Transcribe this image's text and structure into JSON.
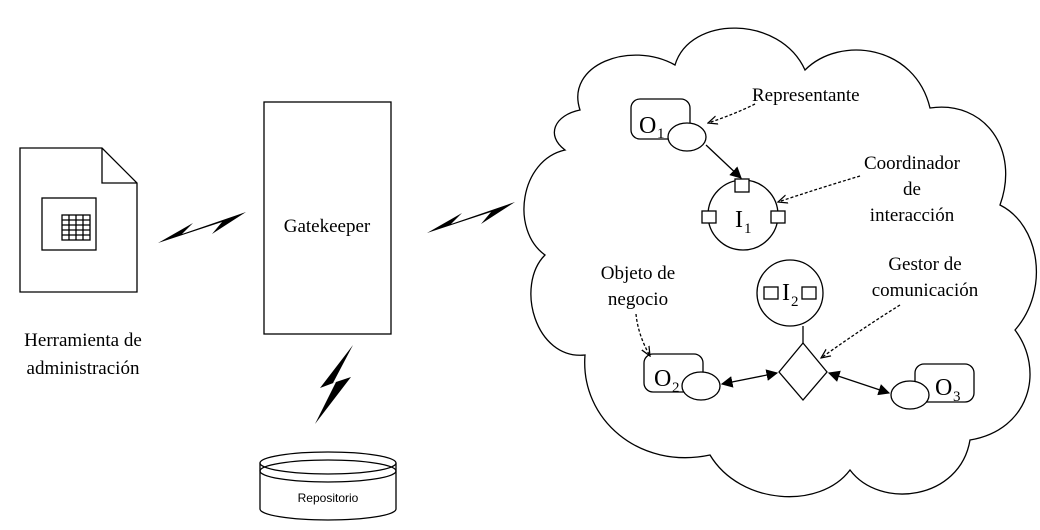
{
  "admin_tool": {
    "label_line1": "Herramienta de",
    "label_line2": "administración"
  },
  "gatekeeper": {
    "label": "Gatekeeper"
  },
  "repository": {
    "label": "Repositorio"
  },
  "objects": {
    "o1": {
      "letter": "O",
      "index": "1"
    },
    "o2": {
      "letter": "O",
      "index": "2"
    },
    "o3": {
      "letter": "O",
      "index": "3"
    }
  },
  "interactions": {
    "i1": {
      "letter": "I",
      "index": "1"
    },
    "i2": {
      "letter": "I",
      "index": "2"
    }
  },
  "annotations": {
    "representante": "Representante",
    "coordinador": [
      "Coordinador",
      "de",
      "interacción"
    ],
    "objeto_negocio": [
      "Objeto de",
      "negocio"
    ],
    "gestor": [
      "Gestor de",
      "comunicación"
    ]
  }
}
